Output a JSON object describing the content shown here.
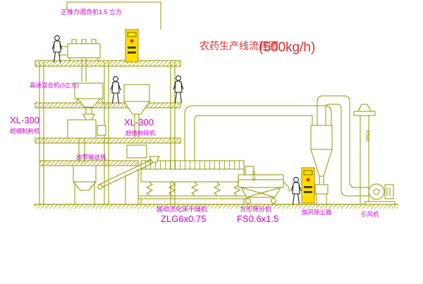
{
  "title": {
    "main": "农药生产线流程图",
    "capacity": "(500kg/h)"
  },
  "labels": {
    "top_mixer": "正推力混合机1.5 立方",
    "high_speed_mixer": "高速混合机(3立方)",
    "mill_left_model": "XL-300",
    "mill_left_name": "超细制粉机",
    "mill_center_model": "XL-300",
    "mill_center_name": "超微粉碎机",
    "belt_conveyor": "皮带输送机",
    "dryer_name": "振动流化床干燥机",
    "dryer_model": "ZLG6x0.75",
    "sieve_name": "方形筛分机",
    "sieve_model": "FS0.6x1.5",
    "cyclone": "旋风除尘器",
    "fan": "引风机",
    "stack_marking": "F600",
    "sieve_feed_marking": "1500"
  },
  "colors": {
    "line": "#969600",
    "label_magenta": "#d400d4",
    "title_red": "#e03030",
    "cabinet_yellow": "#ffdf00"
  }
}
